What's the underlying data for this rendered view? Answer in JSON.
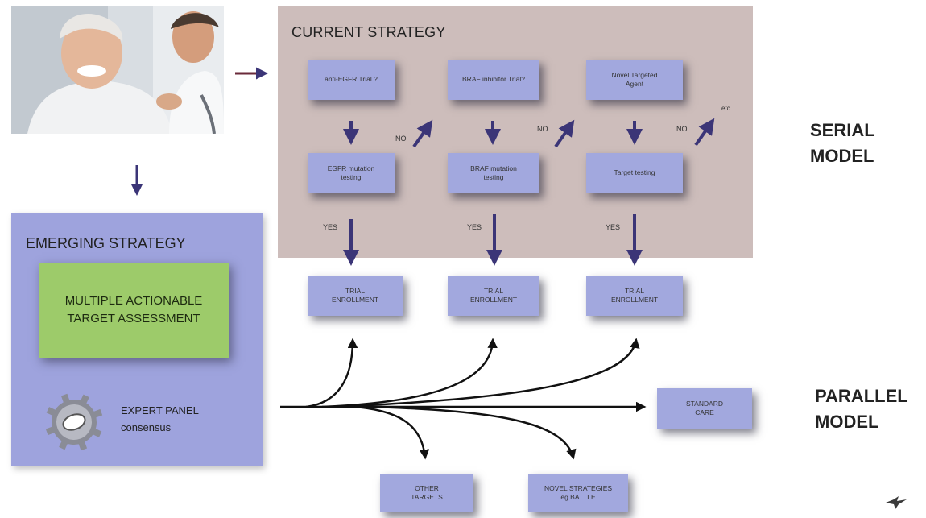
{
  "current_strategy": {
    "title": "CURRENT STRATEGY",
    "columns": [
      {
        "trial": "anti-EGFR Trial ?",
        "test": "EGFR mutation testing",
        "no": "NO",
        "yes": "YES",
        "enroll": "TRIAL ENROLLMENT"
      },
      {
        "trial": "BRAF inhibitor Trial?",
        "test": "BRAF mutation testing",
        "no": "NO",
        "yes": "YES",
        "enroll": "TRIAL ENROLLMENT"
      },
      {
        "trial": "Novel Targeted Agent",
        "test": "Target testing",
        "no": "NO",
        "yes": "YES",
        "enroll": "TRIAL ENROLLMENT"
      }
    ],
    "etc": "etc ..."
  },
  "emerging_strategy": {
    "title": "EMERGING STRATEGY",
    "assessment": "MULTIPLE ACTIONABLE TARGET ASSESSMENT",
    "expert_line1": "EXPERT PANEL",
    "expert_line2": "consensus"
  },
  "outcomes": {
    "standard_care": "STANDARD CARE",
    "other_targets": "OTHER TARGETS",
    "novel_strategies": "NOVEL STRATEGIES eg BATTLE"
  },
  "models": {
    "serial_line1": "SERIAL",
    "serial_line2": "MODEL",
    "parallel_line1": "PARALLEL",
    "parallel_line2": "MODEL"
  },
  "colors": {
    "box_fill": "#a2a8de",
    "arrow": "#3b3577",
    "current_panel": "#cdbdbb",
    "emerging_panel": "#9ea3dd",
    "assessment_fill": "#9dcb6a"
  }
}
